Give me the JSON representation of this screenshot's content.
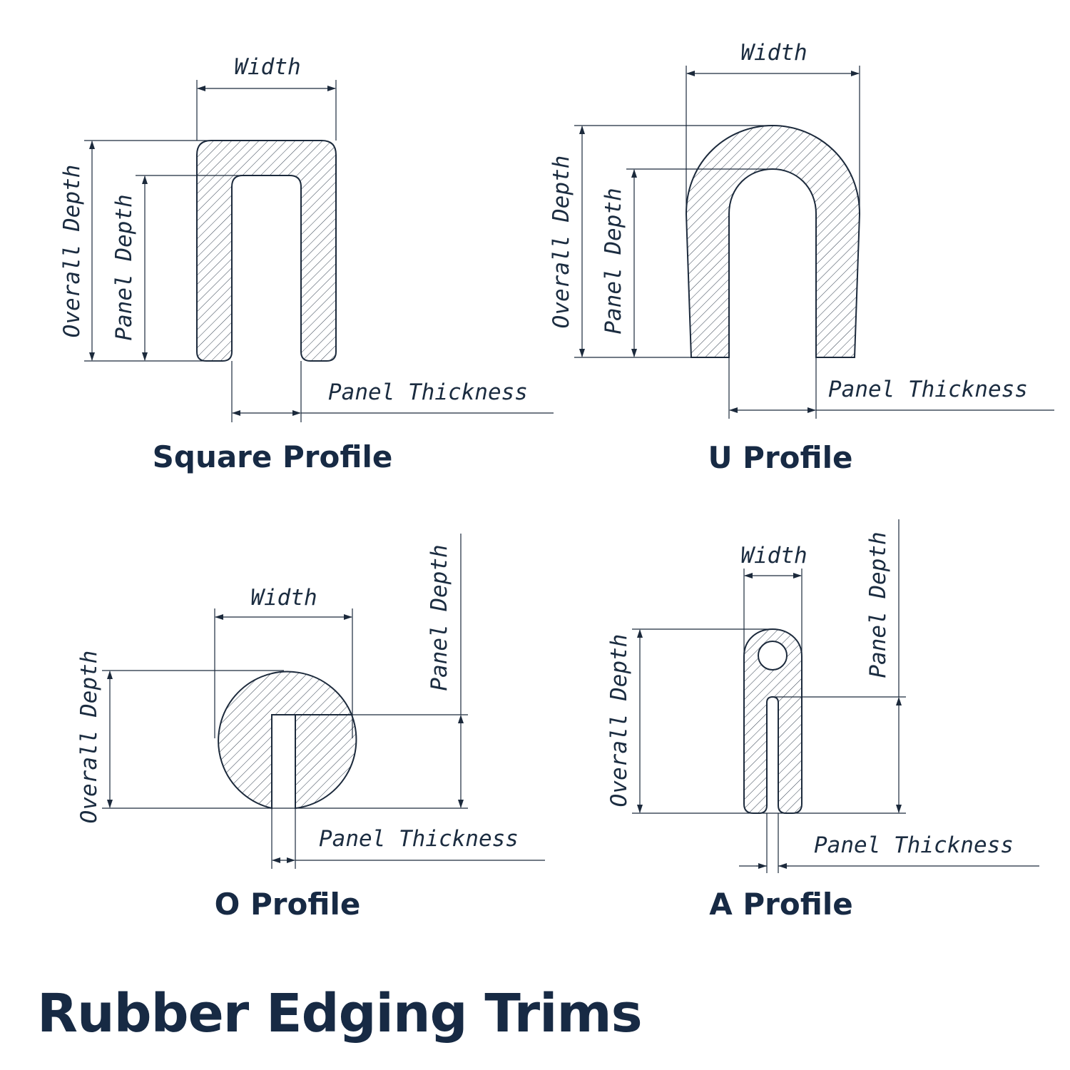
{
  "title": "Rubber Edging Trims",
  "profiles": [
    {
      "name": "Square Profile",
      "labels": {
        "width": "Width",
        "overall_depth": "Overall Depth",
        "panel_depth": "Panel Depth",
        "panel_thickness": "Panel Thickness"
      }
    },
    {
      "name": "U Profile",
      "labels": {
        "width": "Width",
        "overall_depth": "Overall Depth",
        "panel_depth": "Panel Depth",
        "panel_thickness": "Panel Thickness"
      }
    },
    {
      "name": "O Profile",
      "labels": {
        "width": "Width",
        "overall_depth": "Overall Depth",
        "panel_depth": "Panel Depth",
        "panel_thickness": "Panel Thickness"
      }
    },
    {
      "name": "A Profile",
      "labels": {
        "width": "Width",
        "overall_depth": "Overall Depth",
        "panel_depth": "Panel Depth",
        "panel_thickness": "Panel Thickness"
      }
    }
  ],
  "colors": {
    "ink": "#1c2a3c",
    "title": "#172a44",
    "background": "#ffffff"
  }
}
